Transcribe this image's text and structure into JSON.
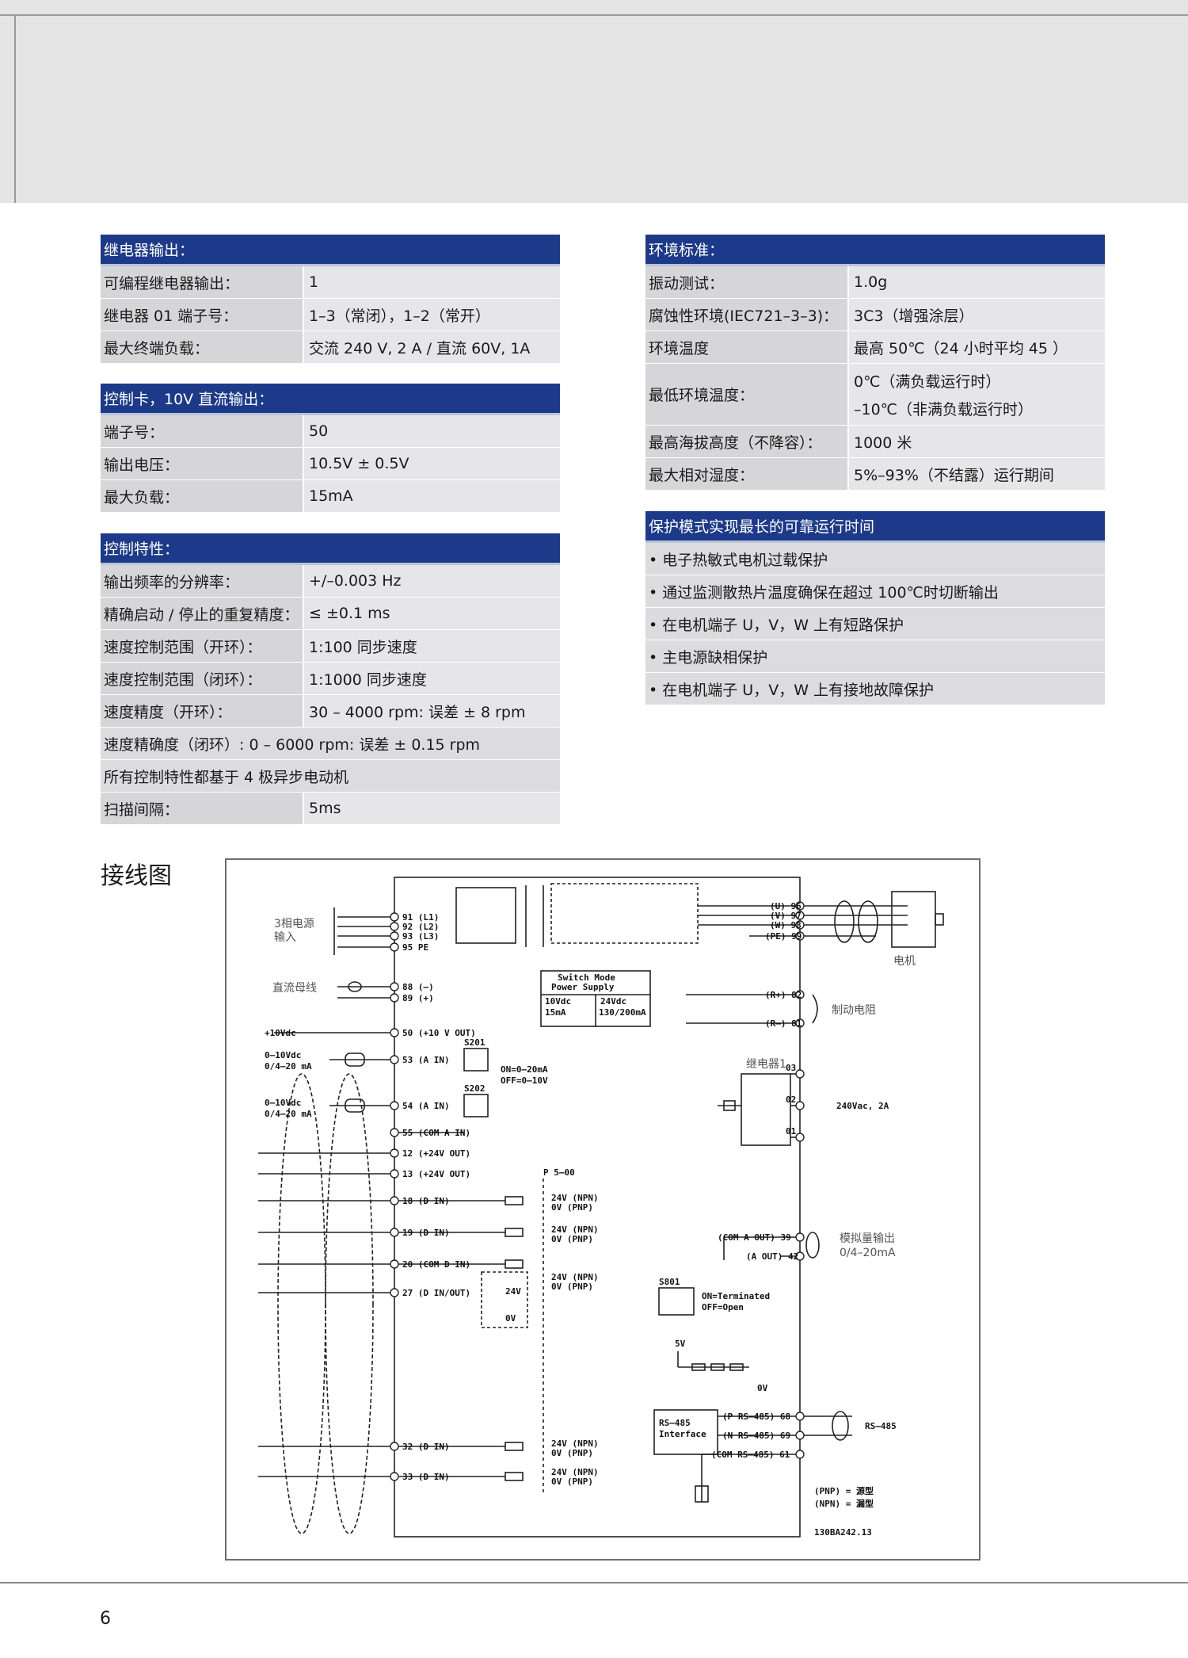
{
  "relay": {
    "title": "继电器输出：",
    "rows": [
      [
        "可编程继电器输出：",
        "1"
      ],
      [
        "继电器 01 端子号：",
        "1–3（常闭），1–2（常开）"
      ],
      [
        "最大终端负载：",
        "交流 240 V, 2 A / 直流 60V, 1A"
      ]
    ]
  },
  "control10v": {
    "title": "控制卡，10V 直流输出：",
    "rows": [
      [
        "端子号：",
        "50"
      ],
      [
        "输出电压：",
        "10.5V ± 0.5V"
      ],
      [
        "最大负载：",
        "15mA"
      ]
    ]
  },
  "control_char": {
    "title": "控制特性：",
    "rows": [
      [
        "输出频率的分辨率：",
        "+/–0.003 Hz"
      ],
      [
        "精确启动 / 停止的重复精度：",
        "≤ ±0.1 ms"
      ],
      [
        "速度控制范围（开环）：",
        "1:100 同步速度"
      ],
      [
        "速度控制范围（闭环）：",
        "1:1000 同步速度"
      ],
      [
        "速度精度（开环）：",
        "30 – 4000 rpm: 误差 ± 8 rpm"
      ]
    ],
    "full_rows": [
      "速度精确度（闭环）: 0 – 6000 rpm: 误差 ± 0.15 rpm",
      "所有控制特性都基于 4 极异步电动机"
    ],
    "last_row": [
      "扫描间隔：",
      "5ms"
    ]
  },
  "environment": {
    "title": "环境标准：",
    "rows": [
      [
        "振动测试：",
        "1.0g"
      ],
      [
        "腐蚀性环境(IEC721–3–3)：",
        "3C3（增强涂层）"
      ],
      [
        "环境温度",
        "最高 50℃（24 小时平均 45 ）"
      ]
    ],
    "min_temp_label": "最低环境温度：",
    "min_temp_values": [
      "0℃（满负载运行时）",
      "–10℃（非满负载运行时）"
    ],
    "rows2": [
      [
        "最高海拔高度（不降容）：",
        "1000 米"
      ],
      [
        "最大相对湿度：",
        "5%–93%（不结露）运行期间"
      ]
    ]
  },
  "protection": {
    "title": "保护模式实现最长的可靠运行时间",
    "items": [
      "• 电子热敏式电机过载保护",
      "• 通过监测散热片温度确保在超过 100℃时切断输出",
      "• 在电机端子 U，V，W 上有短路保护",
      "• 主电源缺相保护",
      "• 在电机端子 U，V，W 上有接地故障保护"
    ]
  },
  "wiring": {
    "title": "接线图",
    "labels": {
      "power_in": [
        "3相电源",
        "输入"
      ],
      "dc_bus": "直流母线",
      "plus10": "+10Vdc",
      "ain1": [
        "0–10Vdc",
        "0/4–20 mA"
      ],
      "ain2": [
        "0–10Vdc",
        "0/4–20 mA"
      ],
      "motor": "电机",
      "brake": "制动电阻",
      "relay": "继电器1",
      "relay_rating": "240Vac, 2A",
      "analog_out": [
        "模拟量输出",
        "0/4–20mA"
      ],
      "rs485": "RS–485",
      "smps": [
        "Switch Mode",
        "Power Supply",
        "10Vdc",
        "24Vdc",
        "15mA",
        "130/200mA"
      ],
      "s201": "S201",
      "s202": "S202",
      "s201_note": [
        "ON=0–20mA",
        "OFF=0–10V"
      ],
      "s801": "S801",
      "s801_note": [
        "ON=Terminated",
        "OFF=Open"
      ],
      "p500": "P 5–00",
      "legend": [
        "(PNP) = 源型",
        "(NPN) = 漏型"
      ],
      "code": "130BA242.13",
      "rs485_iface": [
        "RS–485",
        "Interface"
      ]
    },
    "terminals_left": [
      "91 (L1)",
      "92 (L2)",
      "93 (L3)",
      "95 PE",
      "88 (–)",
      "89 (+)",
      "50 (+10 V OUT)",
      "53 (A IN)",
      "54 (A IN)",
      "55 (COM A IN)",
      "12 (+24V OUT)",
      "13 (+24V OUT)",
      "18 (D IN)",
      "19 (D IN)",
      "20 (COM D IN)",
      "27 (D IN/OUT)",
      "32 (D IN)",
      "33 (D IN)"
    ],
    "terminals_right": [
      "(U) 96",
      "(V) 97",
      "(W) 98",
      "(PE) 99",
      "(R+) 82",
      "(R–) 81",
      "03",
      "02",
      "01",
      "(COM A OUT) 39",
      "(A OUT) 42",
      "(P RS–485) 68",
      "(N RS–485) 69",
      "(COM RS–485) 61"
    ],
    "npn_pnp": [
      "24V (NPN)",
      "0V (PNP)"
    ],
    "plus24": "24V",
    "zero_v": "0V",
    "five_v": "5V"
  },
  "page_number": "6"
}
